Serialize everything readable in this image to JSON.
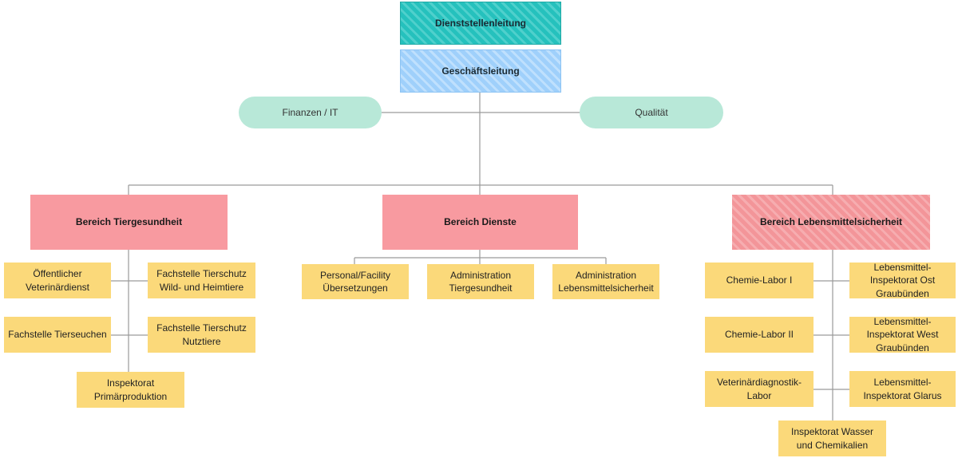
{
  "top": {
    "head": "Dienststellenleitung",
    "management": "Geschäftsleitung"
  },
  "staff": {
    "left": "Finanzen / IT",
    "right": "Qualität"
  },
  "divisions": {
    "left": {
      "title": "Bereich Tiergesundheit",
      "units": [
        "Öffentlicher\nVeterinärdienst",
        "Fachstelle Tierschutz\nWild- und Heimtiere",
        "Fachstelle Tierseuchen",
        "Fachstelle Tierschutz\nNutztiere",
        "Inspektorat\nPrimärproduktion"
      ]
    },
    "middle": {
      "title": "Bereich Dienste",
      "units": [
        "Personal/Facility\nÜbersetzungen",
        "Administration\nTiergesundheit",
        "Administration\nLebensmittelsicherheit"
      ]
    },
    "right": {
      "title": "Bereich Lebensmittelsicherheit",
      "units": [
        "Chemie-Labor I",
        "Lebensmittel-\nInspektorat Ost\nGraubünden",
        "Chemie-Labor II",
        "Lebensmittel-\nInspektorat West\nGraubünden",
        "Veterinärdiagnostik-\nLabor",
        "Lebensmittel-\nInspektorat Glarus",
        "Inspektorat Wasser\nund Chemikalien"
      ]
    }
  }
}
